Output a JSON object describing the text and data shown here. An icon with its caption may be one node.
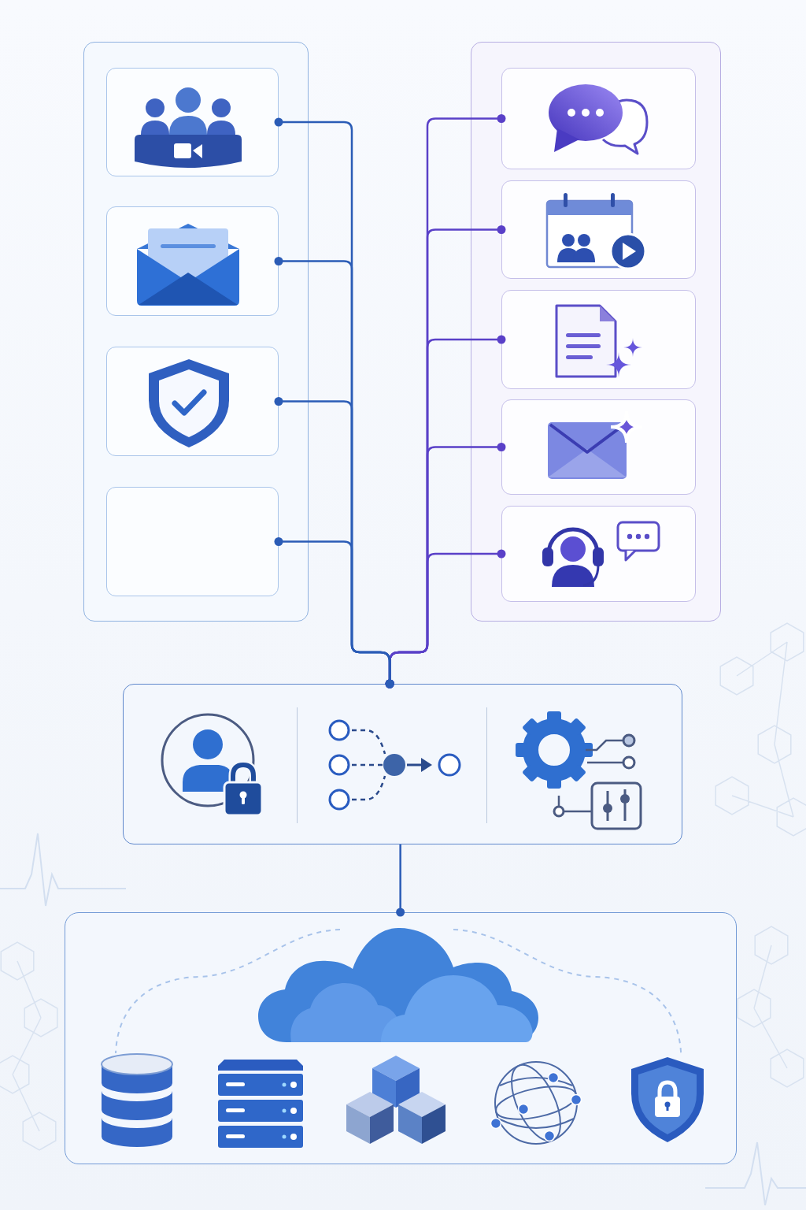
{
  "diagram": {
    "nodes": [
      {
        "text": [],
        "shape": "box"
      },
      {
        "text": [],
        "shape": "picture",
        "in": 0
      },
      {
        "text": [],
        "shape": "picture",
        "in": 0
      },
      {
        "text": [],
        "shape": "picture",
        "in": 0
      },
      {
        "text": [],
        "shape": "box",
        "in": 0
      },
      {
        "text": [],
        "shape": "box"
      },
      {
        "text": [],
        "shape": "picture",
        "in": 5
      },
      {
        "text": [],
        "shape": "picture",
        "in": 5
      },
      {
        "text": [],
        "shape": "picture",
        "in": 5
      },
      {
        "text": [],
        "shape": "picture",
        "in": 5
      },
      {
        "text": [],
        "shape": "picture",
        "in": 5
      },
      {
        "text": [],
        "shape": "box"
      },
      {
        "text": [],
        "shape": "picture",
        "in": 11
      },
      {
        "text": [],
        "shape": "picture",
        "in": 11
      },
      {
        "text": [],
        "shape": "picture",
        "in": 11
      },
      {
        "text": [],
        "shape": "box"
      },
      {
        "text": [],
        "shape": "cloud",
        "in": 15
      },
      {
        "text": [],
        "shape": "picture",
        "in": 15
      },
      {
        "text": [],
        "shape": "picture",
        "in": 15
      },
      {
        "text": [],
        "shape": "picture",
        "in": 15
      },
      {
        "text": [],
        "shape": "picture",
        "in": 15
      },
      {
        "text": [],
        "shape": "picture",
        "in": 15
      }
    ],
    "edges": [
      {
        "from": 1,
        "to": 11,
        "arrow": "other"
      },
      {
        "from": 2,
        "to": 11,
        "arrow": "other"
      },
      {
        "from": 3,
        "to": 11,
        "arrow": "other"
      },
      {
        "from": 4,
        "to": 11,
        "arrow": "other"
      },
      {
        "from": 6,
        "to": 11,
        "arrow": "other",
        "color": "#5a40c8"
      },
      {
        "from": 7,
        "to": 11,
        "arrow": "other",
        "color": "#5a40c8"
      },
      {
        "from": 8,
        "to": 11,
        "arrow": "other",
        "color": "#5a40c8"
      },
      {
        "from": 9,
        "to": 11,
        "arrow": "other",
        "color": "#5a40c8"
      },
      {
        "from": 10,
        "to": 11,
        "arrow": "other",
        "color": "#5a40c8"
      },
      {
        "from": 11,
        "to": 15,
        "arrow": "other"
      },
      {
        "from": 16,
        "to": 17,
        "arrow": "none",
        "style": "dashed",
        "color": "#a8c3ea"
      },
      {
        "from": 16,
        "to": 21,
        "arrow": "none",
        "style": "dashed",
        "color": "#a8c3ea"
      }
    ]
  }
}
